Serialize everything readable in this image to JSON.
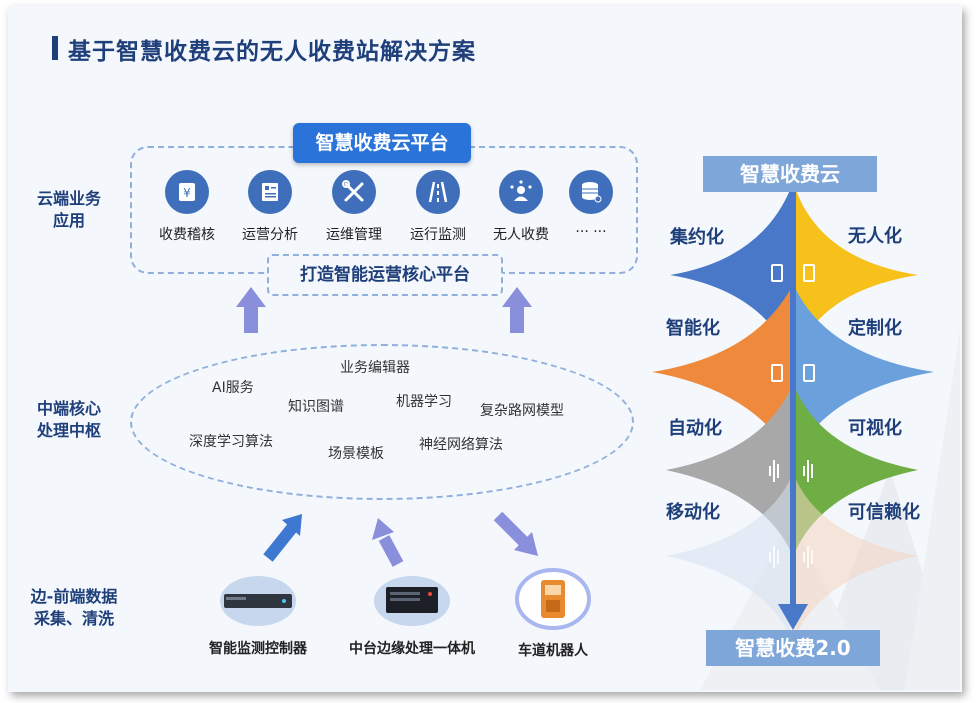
{
  "title": "基于智慧收费云的无人收费站解决方案",
  "left_labels": {
    "cloud": "云端业务\n应用",
    "middle": "中端核心\n处理中枢",
    "edge": "边-前端数据\n采集、清洗"
  },
  "cloud_platform": "智慧收费云平台",
  "ops_platform": "打造智能运营核心平台",
  "services": [
    {
      "label": "收费稽核",
      "icon": "yen-icon"
    },
    {
      "label": "运营分析",
      "icon": "report-icon"
    },
    {
      "label": "运维管理",
      "icon": "tools-icon"
    },
    {
      "label": "运行监测",
      "icon": "road-icon"
    },
    {
      "label": "无人收费",
      "icon": "person-network-icon"
    },
    {
      "label": "··· ···",
      "icon": "database-icon"
    }
  ],
  "core_keywords": [
    "业务编辑器",
    "AI服务",
    "知识图谱",
    "机器学习",
    "复杂路网模型",
    "深度学习算法",
    "场景模板",
    "神经网络算法"
  ],
  "devices": [
    {
      "label": "智能监测控制器",
      "icon": "rack-server-icon"
    },
    {
      "label": "中台边缘处理一体机",
      "icon": "edge-box-icon"
    },
    {
      "label": "车道机器人",
      "icon": "robot-icon"
    }
  ],
  "evolution": {
    "top": "智慧收费云",
    "bottom": "智慧收费2.0",
    "left": [
      "集约化",
      "智能化",
      "自动化",
      "移动化"
    ],
    "right": [
      "无人化",
      "定制化",
      "可视化",
      "可信赖化"
    ]
  },
  "colors": {
    "primary_blue": "#2a73d9",
    "navy": "#1f3f7a",
    "light_blue": "#7fa6d8",
    "band_blue": "#4a78c8",
    "band_yellow": "#f6c11a",
    "band_orange": "#ef8a3c",
    "band_gray": "#a8a8a8",
    "band_green": "#6fae45"
  }
}
